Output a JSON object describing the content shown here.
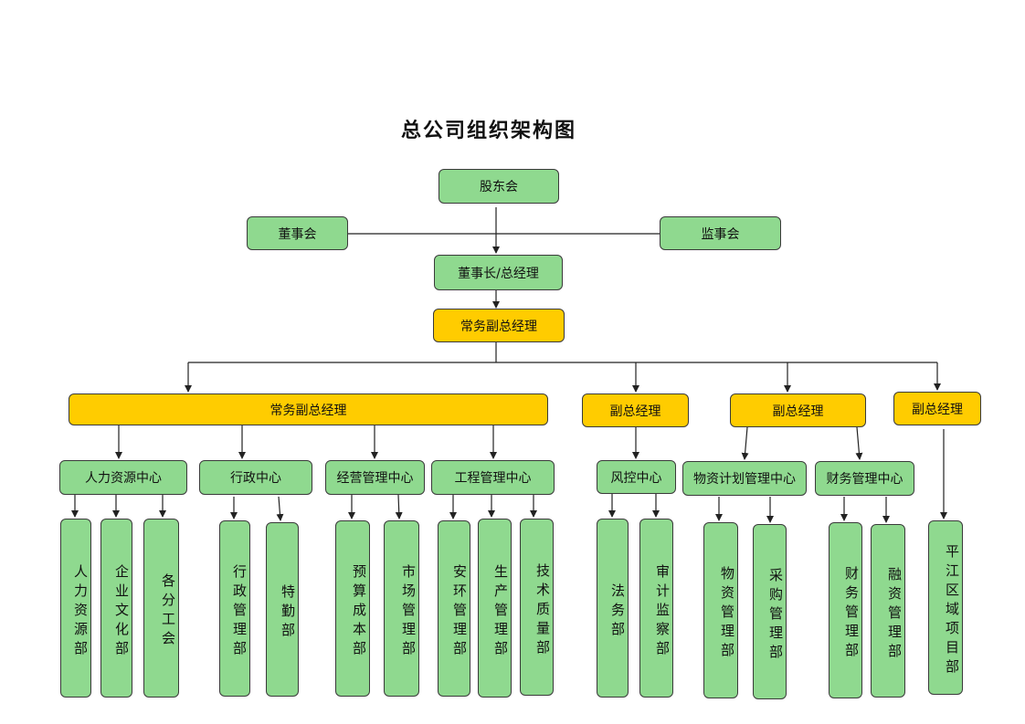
{
  "title": "总公司组织架构图",
  "nodes": {
    "shareholders": "股东会",
    "board": "董事会",
    "supervisors": "监事会",
    "chairman": "董事长/总经理",
    "exec_vp_top": "常务副总经理",
    "exec_vp_wide": "常务副总经理",
    "vp1": "副总经理",
    "vp2": "副总经理",
    "vp3": "副总经理",
    "hr_center": "人力资源中心",
    "admin_center": "行政中心",
    "ops_center": "经营管理中心",
    "eng_center": "工程管理中心",
    "risk_center": "风控中心",
    "material_center": "物资计划管理中心",
    "finance_center": "财务管理中心",
    "d_hr": "人力资源部",
    "d_culture": "企业文化部",
    "d_union": "各分工会",
    "d_admin": "行政管理部",
    "d_special": "特勤部",
    "d_budget": "预算成本部",
    "d_market": "市场管理部",
    "d_safety": "安环管理部",
    "d_production": "生产管理部",
    "d_tech": "技术质量部",
    "d_legal": "法务部",
    "d_audit": "审计监察部",
    "d_material": "物资管理部",
    "d_purchase": "采购管理部",
    "d_finance": "财务管理部",
    "d_fundraise": "融资管理部",
    "d_pingjiang": "平江区域项目部"
  },
  "colors": {
    "green": "#8fd98f",
    "yellow": "#ffcc00",
    "line": "#222222"
  }
}
